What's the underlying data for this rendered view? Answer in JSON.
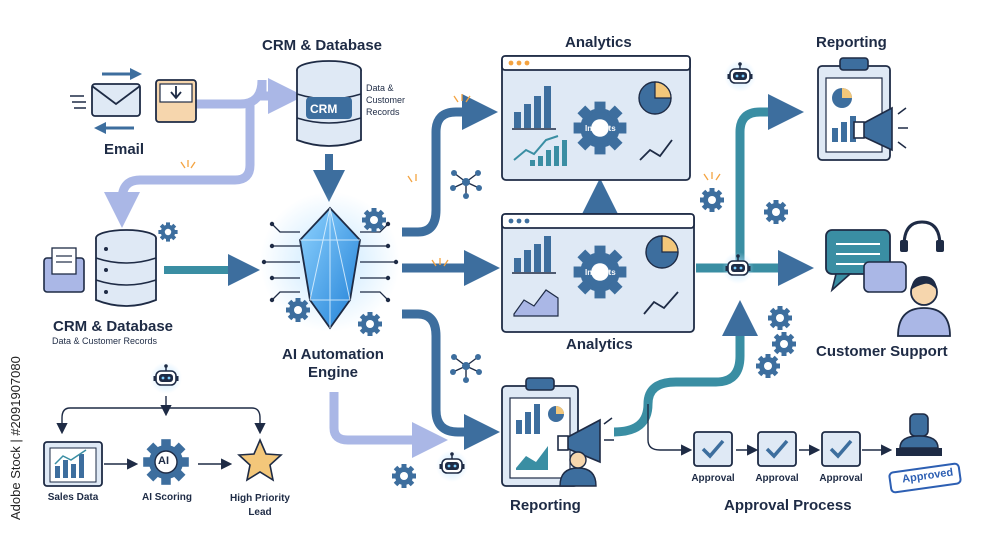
{
  "nodes": {
    "email": "Email",
    "crm_top_title": "CRM & Database",
    "crm_top_desc": [
      "Data &",
      "Customer",
      "Records"
    ],
    "crm_badge": "CRM",
    "crm_left_title": "CRM & Database",
    "crm_left_desc": "Data & Customer Records",
    "engine_title": [
      "AI Automation",
      "Engine"
    ],
    "analytics_top": "Analytics",
    "analytics_mid": "Analytics",
    "insights_top": "Insights",
    "insights_mid": "Insights",
    "reporting_top": "Reporting",
    "reporting_bottom": "Reporting",
    "customer_support": "Customer Support",
    "approval_process": "Approval Process",
    "approval_steps": [
      "Approval",
      "Approval",
      "Approval"
    ],
    "approved_stamp": "Approved",
    "lead_flow": {
      "sales_data": "Sales Data",
      "ai_scoring": "AI Scoring",
      "ai_badge": "AI",
      "high_priority": [
        "High Priority",
        "Lead"
      ]
    }
  },
  "watermark": "Adobe Stock | #2091907080",
  "colors": {
    "navy": "#1e2b45",
    "primary": "#3d6e9e",
    "teal": "#3a8ea3",
    "light_blue": "#dfe9f5",
    "lavender": "#aab7e6",
    "crystal": "#3fa9f5",
    "orange": "#f4a340",
    "peach": "#f6d6ad",
    "gold": "#f3c77a"
  },
  "icons": [
    "mail-icon",
    "inbox-icon",
    "database-icon",
    "crystal-icon",
    "gear-icon",
    "robot-icon",
    "network-icon",
    "clipboard-icon",
    "megaphone-icon",
    "chat-icon",
    "headset-icon",
    "agent-icon",
    "checkbox-icon",
    "stamp-icon",
    "star-icon",
    "bar-chart-icon",
    "pie-chart-icon",
    "line-chart-icon"
  ]
}
